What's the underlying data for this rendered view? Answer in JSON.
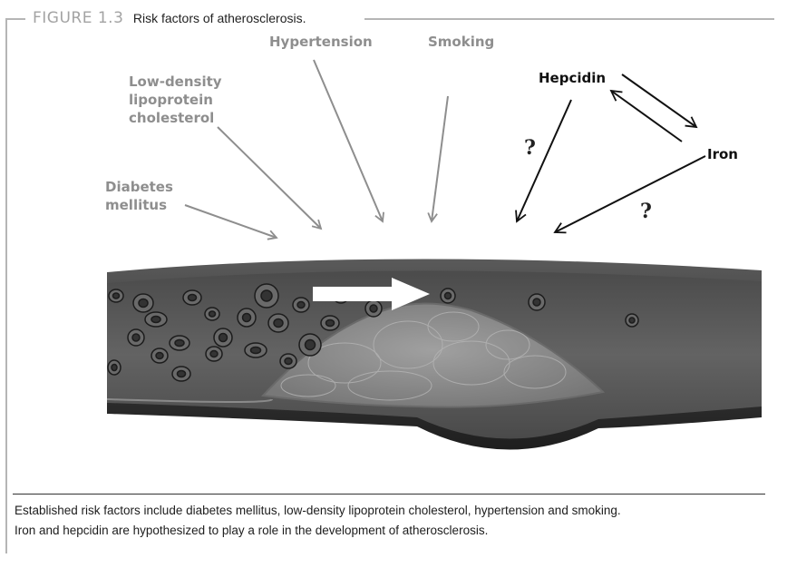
{
  "figure": {
    "number": "FIGURE 1.3",
    "title": "Risk factors of atherosclerosis."
  },
  "labels": {
    "diabetes_line1": "Diabetes",
    "diabetes_line2": "mellitus",
    "ldl_line1": "Low-density",
    "ldl_line2": "lipoprotein",
    "ldl_line3": "cholesterol",
    "hypertension": "Hypertension",
    "smoking": "Smoking",
    "hepcidin": "Hepcidin",
    "iron": "Iron",
    "question_1": "?",
    "question_2": "?"
  },
  "caption": {
    "line1": "Established risk factors include diabetes mellitus, low-density lipoprotein cholesterol, hypertension and smoking.",
    "line2": "Iron and hepcidin are hypothesized to play a role in the development of atherosclerosis."
  },
  "colors": {
    "established_factor": "#8e8e8e",
    "hypothesized_factor": "#111111",
    "vessel_wall": "#2e2e2e",
    "vessel_lumen": "#575757",
    "plaque": "#8a8a8a"
  }
}
